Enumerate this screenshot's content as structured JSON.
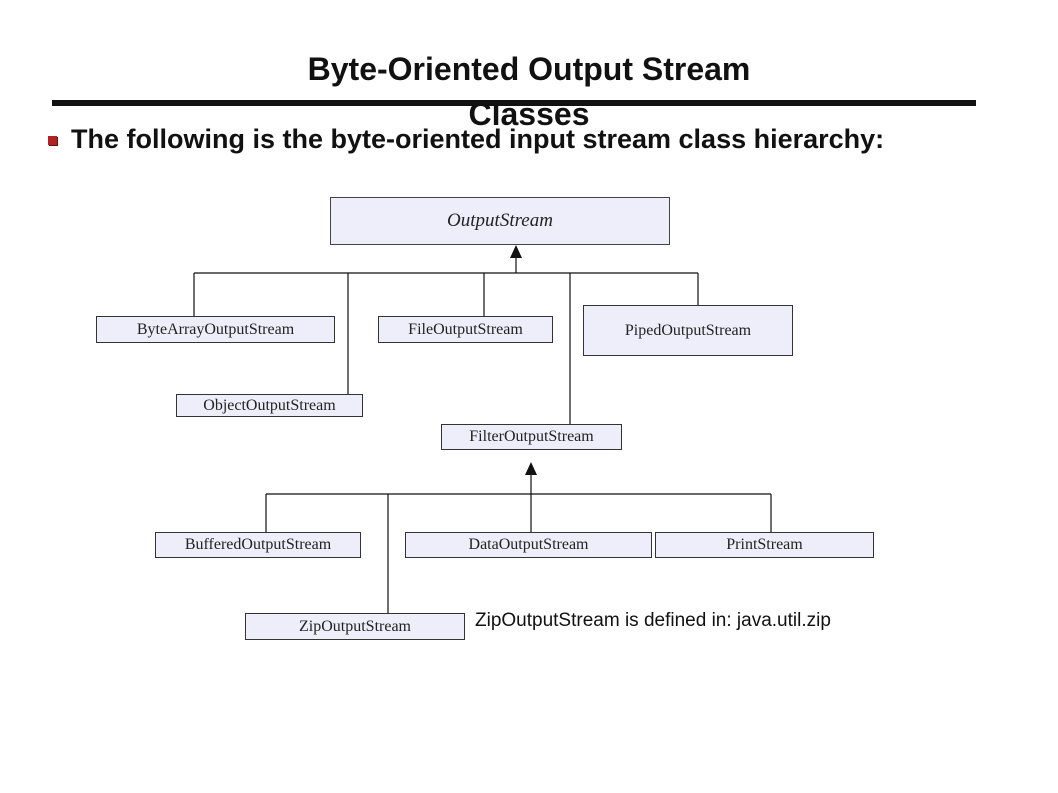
{
  "slide": {
    "title_line1": "Byte-Oriented Output Stream",
    "title_line2": "Classes",
    "bullet_text": "The following is the byte-oriented input stream class hierarchy:",
    "note": "ZipOutputStream is defined in: java.util.zip"
  },
  "diagram": {
    "root": "OutputStream",
    "children": [
      "ByteArrayOutputStream",
      "FileOutputStream",
      "PipedOutputStream",
      "ObjectOutputStream",
      "FilterOutputStream"
    ],
    "filter_children": [
      "BufferedOutputStream",
      "DataOutputStream",
      "PrintStream",
      "ZipOutputStream"
    ]
  },
  "colors": {
    "box_fill": "#eeeefa",
    "bullet": "#b22222",
    "line": "#111111"
  }
}
